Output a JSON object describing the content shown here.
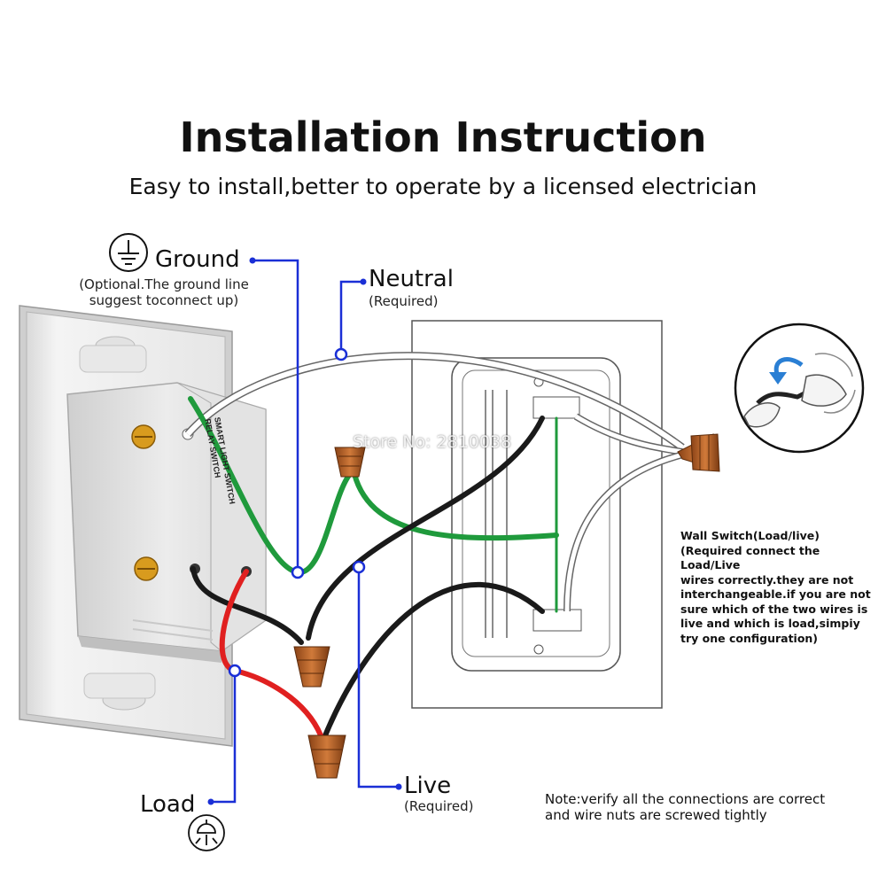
{
  "title": "Installation Instruction",
  "subtitle": "Easy to install,better to operate by a licensed electrician",
  "labels": {
    "ground": {
      "name": "Ground",
      "note_line1": "(Optional.The ground line",
      "note_line2": "suggest toconnect up)"
    },
    "neutral": {
      "name": "Neutral",
      "note": "(Required)"
    },
    "live": {
      "name": "Live",
      "note": "(Required)"
    },
    "load": {
      "name": "Load"
    }
  },
  "switch_text": {
    "line1": "SMART LIGHT SWITCH",
    "line2": "RELAY SWITCH"
  },
  "watermark": "Store No: 2810038",
  "wall_switch_note": [
    "Wall Switch(Load/live)",
    "(Required connect the Load/Live",
    "wires correctly.they are not",
    "interchangeable.if you are not",
    "sure which of the two wires is",
    "live and which is load,simpiy",
    "try one configuration)"
  ],
  "bottom_note": [
    "Note:verify all the connections are correct",
    "and wire nuts are screwed tightly"
  ],
  "colors": {
    "ground_wire": "#1f9a3c",
    "live_wire": "#1a1a1a",
    "load_wire": "#e02020",
    "neutral_wire": "#ffffff",
    "callout": "#1a2fd6",
    "wire_nut": "#b8652a"
  },
  "icons": [
    "ground-symbol-icon",
    "lamp-icon",
    "twist-arrow-icon"
  ]
}
